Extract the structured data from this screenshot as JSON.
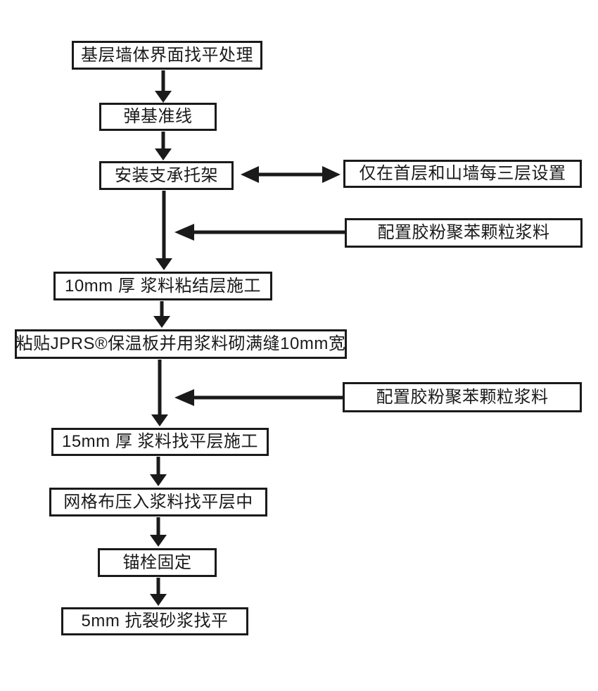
{
  "flowchart": {
    "background_color": "#ffffff",
    "stroke_color": "#1a1a1a",
    "main_steps": [
      {
        "label": "基层墙体界面找平处理"
      },
      {
        "label": "弹基准线"
      },
      {
        "label": "安装支承托架"
      },
      {
        "label": "10mm 厚 浆料粘结层施工"
      },
      {
        "label": "粘贴JPRS®保温板并用浆料砌满缝10mm宽"
      },
      {
        "label": "15mm 厚 浆料找平层施工"
      },
      {
        "label": "网格布压入浆料找平层中"
      },
      {
        "label": "锚栓固定"
      },
      {
        "label": "5mm 抗裂砂浆找平"
      }
    ],
    "side_notes": [
      {
        "label": "仅在首层和山墙每三层设置",
        "attached_to": "安装支承托架",
        "connector": "double-headed-arrow"
      },
      {
        "label": "配置胶粉聚苯颗粒浆料",
        "feeds_into": "10mm 厚 浆料粘结层施工",
        "connector": "left-arrow"
      },
      {
        "label": "配置胶粉聚苯颗粒浆料",
        "feeds_into": "15mm 厚 浆料找平层施工",
        "connector": "left-arrow"
      }
    ]
  }
}
